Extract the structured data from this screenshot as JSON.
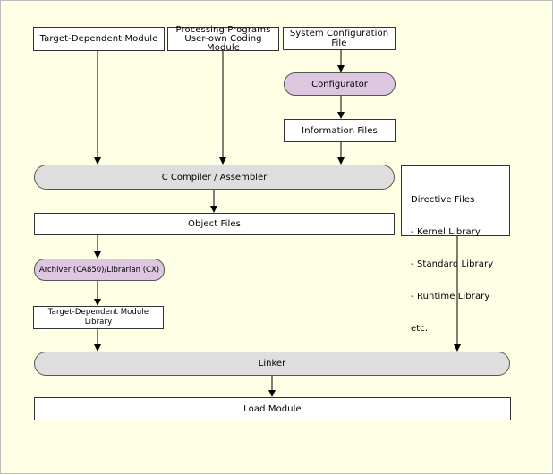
{
  "nodes": {
    "target_dependent_module": "Target-Dependent Module",
    "processing_programs": "Processing Programs",
    "user_own_coding_module": "User-own Coding Module",
    "system_configuration_file": "System Configuration File",
    "configurator": "Configurator",
    "information_files": "Information Files",
    "c_compiler_assembler": "C Compiler / Assembler",
    "directive_files": {
      "title": "Directive Files",
      "items": [
        "- Kernel Library",
        "- Standard Library",
        "- Runtime Library"
      ],
      "footer": "etc."
    },
    "object_files": "Object Files",
    "archiver_librarian": "Archiver (CA850)/Librarian (CX)",
    "target_dependent_module_library": "Target-Dependent Module Library",
    "linker": "Linker",
    "load_module": "Load Module"
  },
  "colors": {
    "background": "#ffffe6",
    "tool_gray": "#dedede",
    "tool_purple": "#dcc6e0",
    "arrow": "#000000"
  }
}
